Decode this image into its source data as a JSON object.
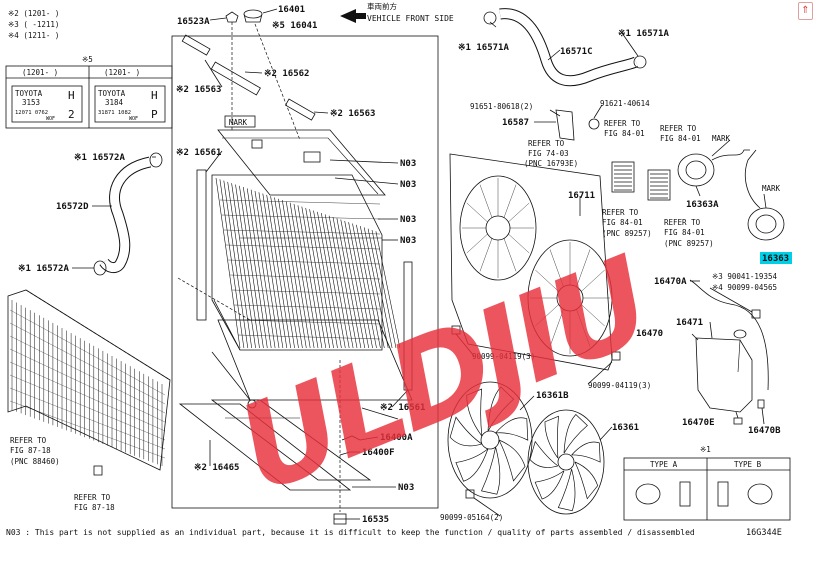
{
  "legend_notes": [
    "※2 (1201-    )",
    "※3 (    -1211)",
    "※4 (1211-    )"
  ],
  "label_box": {
    "title": "※5",
    "col1_range": "(1201-    )",
    "col2_range": "(1201-    )",
    "col1": {
      "brand": "TOYOTA",
      "code": "3153",
      "letter_top": "H",
      "letter_bottom": "2",
      "small_line": "12071 0762",
      "small_line2": "WOF"
    },
    "col2": {
      "brand": "TOYOTA",
      "code": "3184",
      "letter_top": "H",
      "letter_bottom": "P",
      "small_line": "31871 1082",
      "small_line2": "WOF"
    }
  },
  "vehicle_front": {
    "jp": "車両前方",
    "en": "VEHICLE FRONT SIDE"
  },
  "parts": {
    "p16401": "16401",
    "p16041": "※5 16041",
    "p16523A": "16523A",
    "p16562": "※2 16562",
    "p16563a": "※2 16563",
    "p16563b": "※2 16563",
    "mark1": "MARK",
    "p16561a": "※2 16561",
    "p16561b": "※2 16561",
    "p16572A_top": "※1 16572A",
    "p16572D": "16572D",
    "p16572A_bot": "※1 16572A",
    "n03a": "N03",
    "n03b": "N03",
    "n03c": "N03",
    "n03d": "N03",
    "n03e": "N03",
    "p16400A": "16400A",
    "p16400F": "16400F",
    "p16465": "※2 16465",
    "p16535": "16535",
    "p16571A_l": "※1 16571A",
    "p16571C": "16571C",
    "p16571A_r": "※1 16571A",
    "p91651": "91651-80618(2)",
    "p91621": "91621-40614",
    "p16587": "16587",
    "p16711": "16711",
    "p90099a": "90099-04119(3)",
    "p90099b": "90099-04119(3)",
    "p16361B": "16361B",
    "p16361": "16361",
    "p90099c": "90099-05164(2)",
    "p16363A": "16363A",
    "mark2": "MARK",
    "mark3": "MARK",
    "p16363": "16363",
    "p16470A": "16470A",
    "p90041": "※3 90041-19354",
    "p90099d": "※4 90099-04565",
    "p16471": "16471",
    "p16470": "16470",
    "p16470E": "16470E",
    "p16470B": "16470B"
  },
  "refs": {
    "r74_1": "REFER TO",
    "r74_2": "FIG 74-03",
    "r74_3": "(PNC 16793E)",
    "r84a_1": "REFER TO",
    "r84a_2": "FIG 84-01",
    "r84b_1": "REFER TO",
    "r84b_2": "FIG 84-01",
    "r84c_1": "REFER TO",
    "r84c_2": "FIG 84-01",
    "r84c_3": "(PNC 89257)",
    "r84d_1": "REFER TO",
    "r84d_2": "FIG 84-01",
    "r84d_3": "(PNC 89257)",
    "r87a_1": "REFER TO",
    "r87a_2": "FIG 87-18",
    "r87a_3": "(PNC 88460)",
    "r87b_1": "REFER TO",
    "r87b_2": "FIG 87-18"
  },
  "type_box": {
    "note": "※1",
    "type_a": "TYPE A",
    "type_b": "TYPE B"
  },
  "footnote": "N03 : This part is not supplied as an individual part, because it is difficult to keep the function / quality of parts  assembled / disassembled",
  "diagram_id": "16G344E",
  "watermark": "ULDJIU",
  "nav_icon": "⇑",
  "colors": {
    "highlight": "#00cfe8",
    "watermark": "#e8303a"
  }
}
